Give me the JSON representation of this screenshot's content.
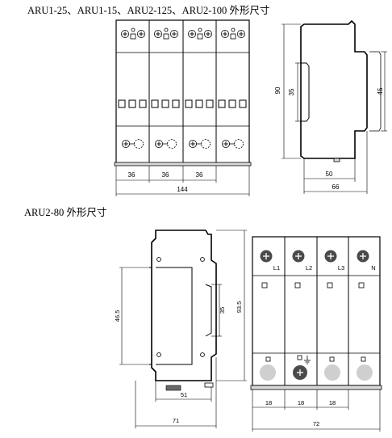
{
  "headings": {
    "top": "ARU1-25、ARU1-15、ARU2-125、ARU2-100 外形尺寸",
    "bottom": "ARU2-80 外形尺寸"
  },
  "top_front": {
    "module_widths": [
      "36",
      "36",
      "36"
    ],
    "total_width": "144"
  },
  "top_side": {
    "height": "90",
    "rail_span": "35",
    "window_height": "45",
    "depth_inner": "50",
    "depth_total": "66"
  },
  "bottom_side": {
    "height_inner": "46.5",
    "rail_span": "35",
    "height_total": "93.5",
    "depth_inner": "51",
    "depth_total": "71"
  },
  "bottom_front": {
    "terminal_labels": [
      "L1",
      "L2",
      "L3",
      "N"
    ],
    "module_widths": [
      "18",
      "18",
      "18"
    ],
    "total_width": "72"
  },
  "colors": {
    "line": "#000000",
    "knob_gray": "#cfcfcf",
    "screw_dark": "#4a4a4a",
    "panel": "#ffffff"
  }
}
